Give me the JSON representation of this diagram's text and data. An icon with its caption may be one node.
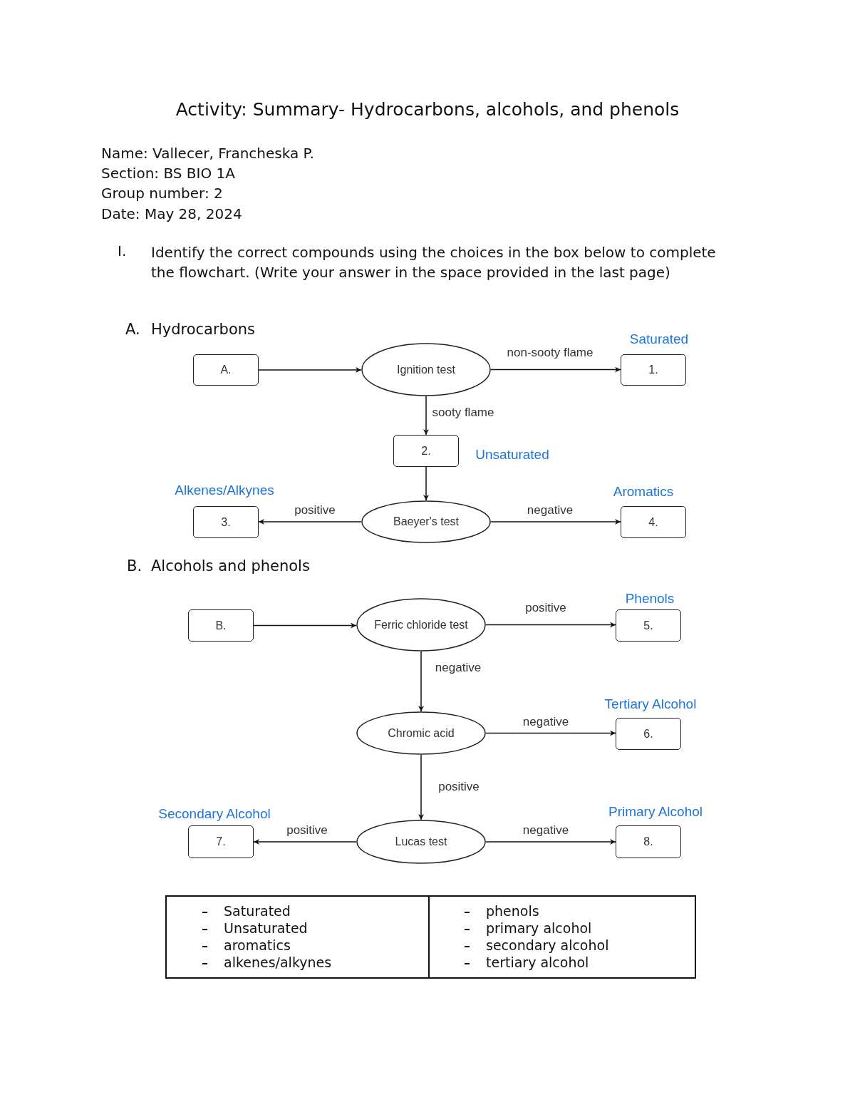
{
  "diagram": {
    "title": "Activity: Summary- Hydrocarbons, alcohols, and phenols",
    "nodes": [
      {
        "text": [
          "A."
        ]
      },
      {
        "text": [
          "Ignition test"
        ]
      },
      {
        "text": [
          "1."
        ],
        "beside": [
          "Saturated"
        ]
      },
      {
        "text": [
          "2."
        ],
        "beside": [
          "Unsaturated"
        ]
      },
      {
        "text": [
          "3."
        ],
        "beside": [
          "Alkenes/Alkynes"
        ]
      },
      {
        "text": [
          "Baeyer's test"
        ]
      },
      {
        "text": [
          "4."
        ],
        "beside": [
          "Aromatics"
        ]
      },
      {
        "text": [
          "B."
        ]
      },
      {
        "text": [
          "Ferric chloride test"
        ]
      },
      {
        "text": [
          "5."
        ],
        "beside": [
          "Phenols"
        ]
      },
      {
        "text": [
          "Chromic acid"
        ]
      },
      {
        "text": [
          "6."
        ],
        "beside": [
          "Tertiary Alcohol"
        ]
      },
      {
        "text": [
          "7."
        ],
        "beside": [
          "Secondary Alcohol"
        ]
      },
      {
        "text": [
          "Lucas test"
        ]
      },
      {
        "text": [
          "8."
        ],
        "beside": [
          "Primary Alcohol"
        ]
      }
    ],
    "edges": [
      {
        "from": 0,
        "to": 1,
        "arrow": "to"
      },
      {
        "from": 1,
        "to": 2,
        "arrow": "to",
        "label": "non-sooty flame"
      },
      {
        "from": 1,
        "to": 3,
        "arrow": "to",
        "label": "sooty flame"
      },
      {
        "from": 3,
        "to": 5,
        "arrow": "to"
      },
      {
        "from": 5,
        "to": 4,
        "arrow": "to",
        "label": "positive"
      },
      {
        "from": 5,
        "to": 6,
        "arrow": "to",
        "label": "negative"
      },
      {
        "from": 7,
        "to": 8,
        "arrow": "to"
      },
      {
        "from": 8,
        "to": 9,
        "arrow": "to",
        "label": "positive"
      },
      {
        "from": 8,
        "to": 10,
        "arrow": "to",
        "label": "negative"
      },
      {
        "from": 10,
        "to": 11,
        "arrow": "to",
        "label": "negative"
      },
      {
        "from": 10,
        "to": 13,
        "arrow": "to",
        "label": "positive"
      },
      {
        "from": 13,
        "to": 12,
        "arrow": "to",
        "label": "positive"
      },
      {
        "from": 13,
        "to": 14,
        "arrow": "to",
        "label": "negative"
      }
    ],
    "labels": [
      "Name: Vallecer, Francheska P.",
      "Section: BS BIO 1A",
      "Group number: 2",
      "Date: May 28, 2024",
      "I.",
      "Identify the correct compounds using the choices in the box below to complete the flowchart. (Write your answer in the space provided in the last page)",
      "A.",
      "Hydrocarbons",
      "B.",
      "Alcohols and phenols",
      "Saturated",
      "Unsaturated",
      "aromatics",
      "alkenes/alkynes",
      "phenols",
      "primary alcohol",
      "secondary alcohol",
      "tertiary alcohol"
    ]
  }
}
